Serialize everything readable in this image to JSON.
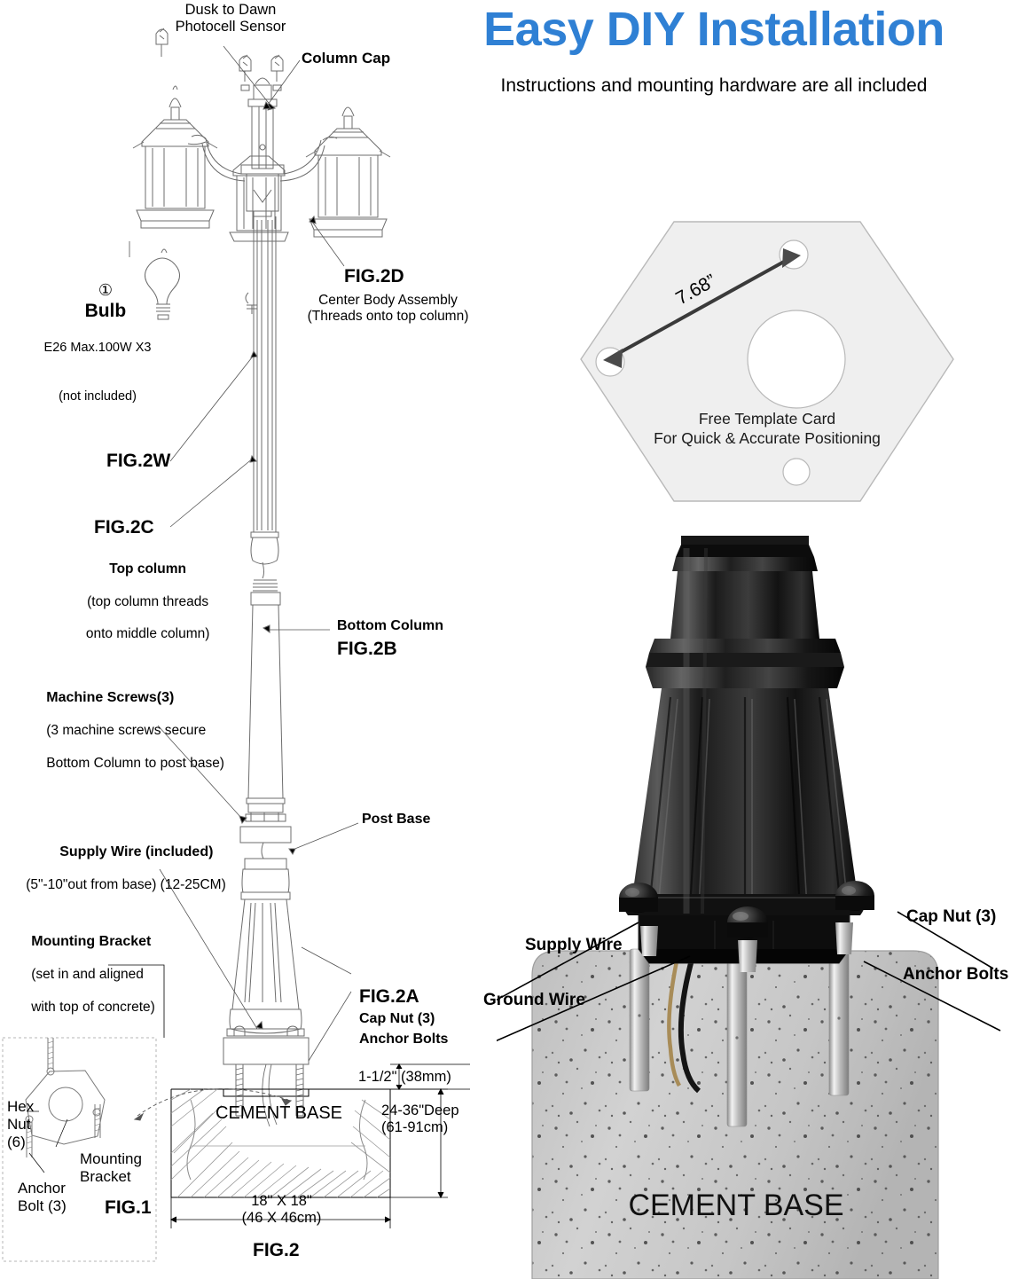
{
  "header": {
    "title": "Easy DIY Installation",
    "subtitle": "Instructions and mounting hardware are all included",
    "title_color": "#2f80d4"
  },
  "diagram_labels": {
    "photocell_l1": "Dusk to Dawn",
    "photocell_l2": "Photocell Sensor",
    "column_cap": "Column Cap",
    "bulb_marker": "①",
    "bulb_title": "Bulb",
    "bulb_spec": "E26 Max.100W X3",
    "bulb_note": "(not included)",
    "fig2d": "FIG.2D",
    "fig2d_l1": "Center Body Assembly",
    "fig2d_l2": "(Threads onto top column)",
    "fig2w": "FIG.2W",
    "fig2c": "FIG.2C",
    "top_column": "Top column",
    "top_column_l1": "(top column threads",
    "top_column_l2": "onto middle column)",
    "bottom_column": "Bottom Column",
    "fig2b": "FIG.2B",
    "machine_screws": "Machine Screws(3)",
    "machine_screws_l1": "(3 machine screws secure",
    "machine_screws_l2": "Bottom Column to post base)",
    "post_base": "Post Base",
    "supply_wire_inc": "Supply Wire (included)",
    "supply_wire_dim": "(5\"-10\"out from base) (12-25CM)",
    "mounting_bracket": "Mounting Bracket",
    "mounting_bracket_l1": "(set in and aligned",
    "mounting_bracket_l2": "with top of concrete)",
    "fig2a": "FIG.2A",
    "cap_nut_3": "Cap Nut (3)",
    "anchor_bolts": "Anchor Bolts",
    "thickness": "1-1/2\" (38mm)",
    "cement_base": "CEMENT BASE",
    "depth_l1": "24-36\"Deep",
    "depth_l2": "(61-91cm)",
    "width_l1": "18\" X 18\"",
    "width_l2": "(46 X 46cm)",
    "fig2": "FIG.2"
  },
  "fig1": {
    "hex_nut_l1": "Hex",
    "hex_nut_l2": "Nut",
    "hex_nut_l3": "(6)",
    "mounting_bracket_l1": "Mounting",
    "mounting_bracket_l2": "Bracket",
    "anchor_bolt_l1": "Anchor",
    "anchor_bolt_l2": "Bolt (3)",
    "fig1": "FIG.1"
  },
  "template_card": {
    "dimension": "7.68”",
    "line1": "Free Template Card",
    "line2": "For Quick & Accurate Positioning",
    "fill": "#efefef",
    "stroke": "#b9b9b9"
  },
  "photo": {
    "supply_wire": "Supply Wire",
    "ground_wire": "Ground Wire",
    "cap_nut": "Cap Nut (3)",
    "anchor_bolts": "Anchor Bolts",
    "cement_base": "CEMENT BASE",
    "post_color": "#141414",
    "concrete_color": "#c9c9c9"
  }
}
